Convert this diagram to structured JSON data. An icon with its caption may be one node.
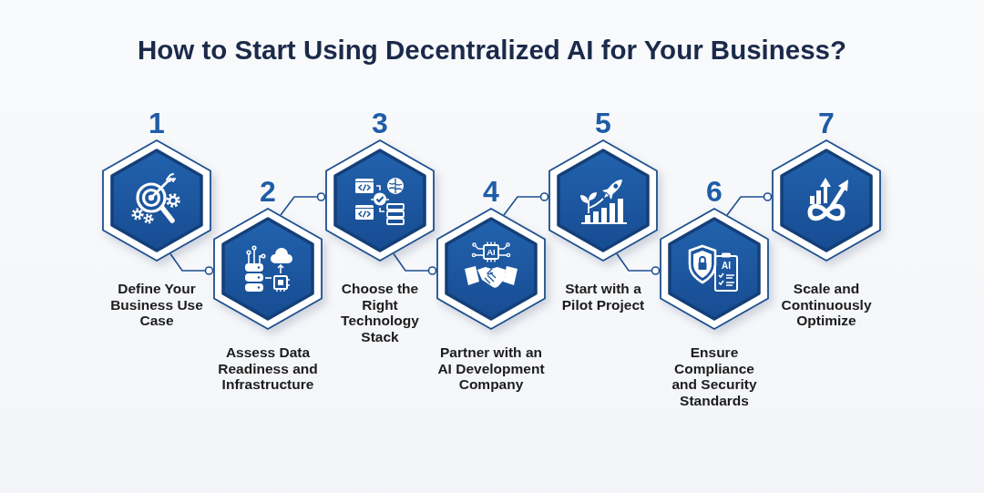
{
  "diagram": {
    "title": "How to Start Using Decentralized AI for Your Business?",
    "nodes": [
      {
        "text": [
          "1",
          "Define Your Business Use Case"
        ]
      },
      {
        "text": [
          "2",
          "Assess Data Readiness and Infrastructure"
        ]
      },
      {
        "text": [
          "3",
          "Choose the Right Technology Stack"
        ]
      },
      {
        "text": [
          "4",
          "AI",
          "Partner with an AI Development Company"
        ]
      },
      {
        "text": [
          "5",
          "Start with a Pilot Project"
        ]
      },
      {
        "text": [
          "6",
          "AI",
          "Ensure Compliance and Security Standards"
        ]
      },
      {
        "text": [
          "7",
          "Scale and Continuously Optimize"
        ]
      }
    ],
    "edges": [
      {
        "from": 0,
        "to": 1,
        "arrow": "other"
      },
      {
        "from": 1,
        "to": 2,
        "arrow": "other"
      },
      {
        "from": 2,
        "to": 3,
        "arrow": "other"
      },
      {
        "from": 3,
        "to": 4,
        "arrow": "other"
      },
      {
        "from": 4,
        "to": 5,
        "arrow": "other"
      },
      {
        "from": 5,
        "to": 6,
        "arrow": "other"
      }
    ]
  }
}
